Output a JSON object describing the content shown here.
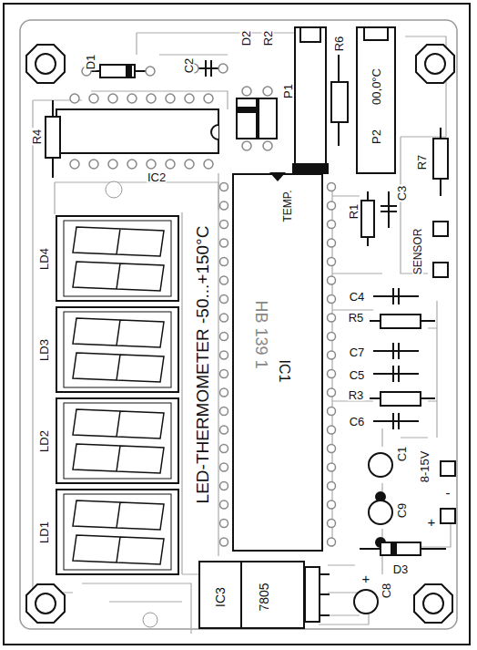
{
  "diagram": {
    "nodes": [
      {
        "text": [
          "HB 139 1",
          "IC1"
        ]
      },
      {
        "text": [
          "IC3",
          "7805"
        ]
      }
    ],
    "labels": [
      "D1",
      "C2",
      "D2",
      "R2",
      "P1",
      "R6",
      "P2",
      "00,0°C",
      "R4",
      "IC2",
      "TEMP.",
      "R7",
      "R1",
      "C3",
      "SENSOR",
      "LD4",
      "LED-THERMOMETER -50...+150°C",
      "LD3",
      "C4",
      "R5",
      "C7",
      "C5",
      "R3",
      "C6",
      "LD2",
      "C1",
      "8-15V",
      "-",
      "C9",
      "+",
      "LD1",
      "D3",
      "C8",
      "+"
    ]
  }
}
